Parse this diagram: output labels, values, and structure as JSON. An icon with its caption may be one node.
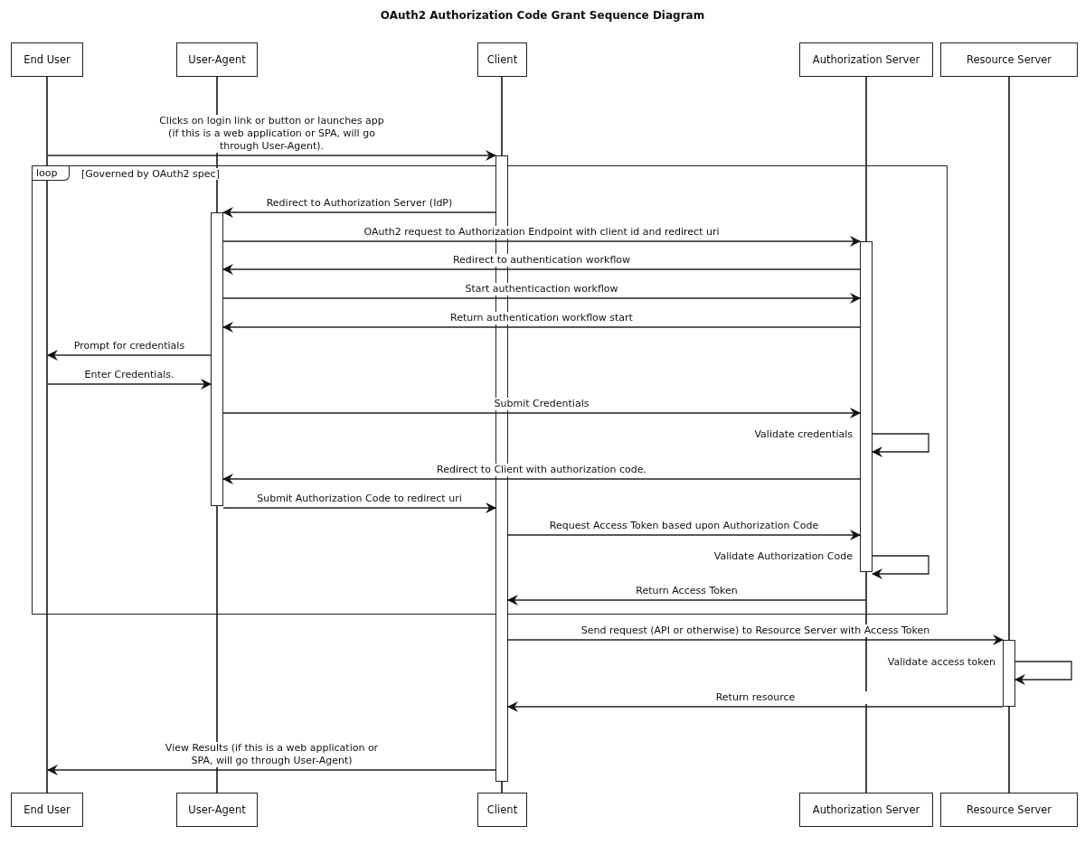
{
  "diagram": {
    "title": "OAuth2 Authorization Code Grant Sequence Diagram",
    "nodes": [
      {
        "text": [
          "End User"
        ]
      },
      {
        "text": [
          "User-Agent"
        ]
      },
      {
        "text": [
          "Client"
        ]
      },
      {
        "text": [
          "Authorization Server"
        ]
      },
      {
        "text": [
          "Resource Server"
        ]
      },
      {
        "text": [],
        "shape": "line"
      },
      {
        "text": [],
        "shape": "line"
      },
      {
        "text": [],
        "shape": "line"
      },
      {
        "text": [],
        "shape": "line"
      },
      {
        "text": [],
        "shape": "line"
      },
      {
        "text": [],
        "shape": "bar"
      },
      {
        "text": [],
        "shape": "bar"
      },
      {
        "text": [],
        "shape": "bar"
      },
      {
        "text": [],
        "shape": "bar"
      },
      {
        "text": [
          "End User"
        ]
      },
      {
        "text": [
          "User-Agent"
        ]
      },
      {
        "text": [
          "Client"
        ]
      },
      {
        "text": [
          "Authorization Server"
        ]
      },
      {
        "text": [
          "Resource Server"
        ]
      }
    ],
    "edges": [
      {
        "from": 5,
        "to": 10,
        "arrow": "to",
        "label": "Clicks on login link or button or launches app (if this is a web application or SPA, will go through User-Agent)."
      },
      {
        "from": 10,
        "to": 11,
        "arrow": "to",
        "label": "Redirect to Authorization Server (IdP)"
      },
      {
        "from": 11,
        "to": 12,
        "arrow": "to",
        "label": "OAuth2 request to Authorization Endpoint with client id and redirect uri"
      },
      {
        "from": 12,
        "to": 11,
        "arrow": "to",
        "label": "Redirect to authentication workflow"
      },
      {
        "from": 11,
        "to": 12,
        "arrow": "to",
        "label": "Start authenticaction workflow"
      },
      {
        "from": 12,
        "to": 11,
        "arrow": "to",
        "label": "Return authentication workflow start"
      },
      {
        "from": 11,
        "to": 5,
        "arrow": "to",
        "label": "Prompt for credentials"
      },
      {
        "from": 5,
        "to": 11,
        "arrow": "to",
        "label": "Enter Credentials."
      },
      {
        "from": 11,
        "to": 12,
        "arrow": "to",
        "label": "Submit Credentials"
      },
      {
        "from": 12,
        "to": 12,
        "arrow": "to",
        "label": "Validate credentials"
      },
      {
        "from": 12,
        "to": 11,
        "arrow": "to",
        "label": "Redirect to Client with authorization code."
      },
      {
        "from": 11,
        "to": 10,
        "arrow": "to",
        "label": "Submit Authorization Code to redirect uri"
      },
      {
        "from": 10,
        "to": 12,
        "arrow": "to",
        "label": "Request Access Token based upon Authorization Code"
      },
      {
        "from": 12,
        "to": 12,
        "arrow": "to",
        "label": "Validate Authorization Code"
      },
      {
        "from": 8,
        "to": 10,
        "arrow": "to",
        "label": "Return Access Token"
      },
      {
        "from": 10,
        "to": 13,
        "arrow": "to",
        "label": "Send request (API or otherwise) to Resource Server with Access Token"
      },
      {
        "from": 13,
        "to": 13,
        "arrow": "to",
        "label": "Validate access token"
      },
      {
        "from": 13,
        "to": 10,
        "arrow": "to",
        "label": "Return resource"
      },
      {
        "from": 10,
        "to": 5,
        "arrow": "to",
        "label": "View Results (if this is a web application or SPA, will go through User-Agent)"
      }
    ],
    "labels": [
      "loop",
      "[Governed by OAuth2 spec]"
    ]
  }
}
